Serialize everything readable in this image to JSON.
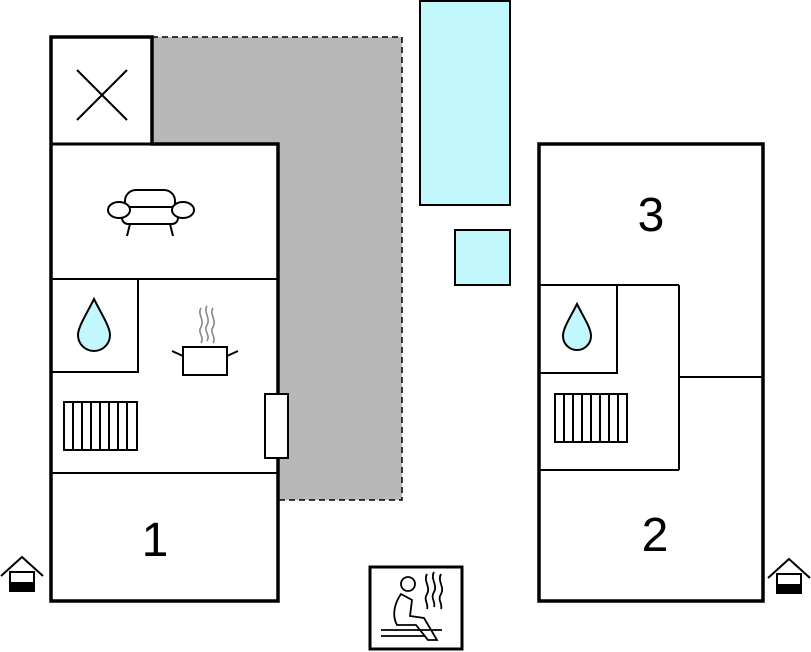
{
  "floorplan": {
    "colors": {
      "background": "#ffffff",
      "wall": "#000000",
      "terrace": "#b8b8b8",
      "pool": "#c2f7fb",
      "water_drop": "#c2f7fb"
    },
    "rooms": {
      "room_1": {
        "label": "1"
      },
      "room_2": {
        "label": "2"
      },
      "room_3": {
        "label": "3"
      }
    },
    "icons": [
      "crossed-box-icon",
      "sofa-icon",
      "water-drop-icon",
      "cooking-pot-icon",
      "radiator-icon",
      "sauna-icon",
      "entrance-house-icon"
    ]
  }
}
